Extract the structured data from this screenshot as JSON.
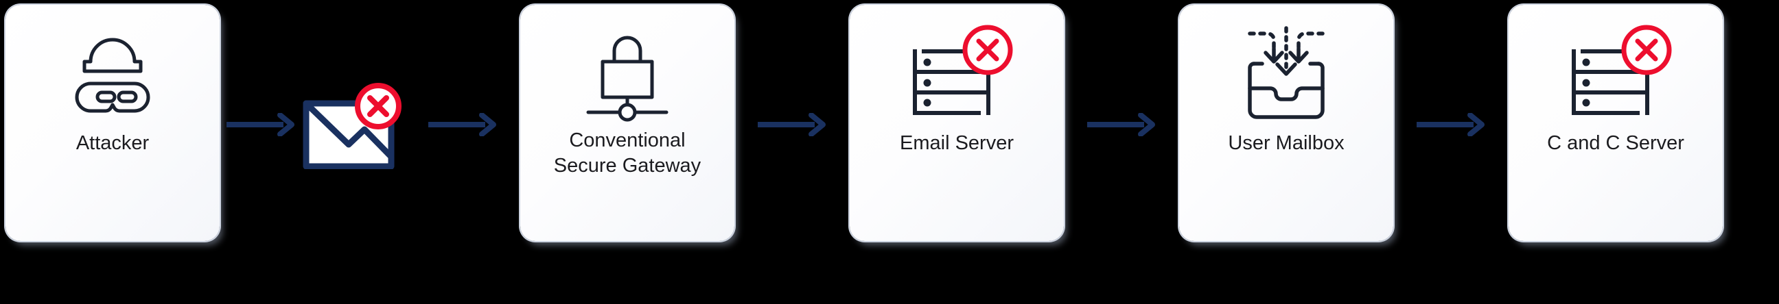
{
  "diagram": {
    "title": "Email attack chain flow",
    "orientation": "left-to-right",
    "colors": {
      "card_background": "#ffffff",
      "card_border": "#ccd3e0",
      "page_background": "#000000",
      "arrow": "#1a3160",
      "icon_stroke": "#1b2230",
      "alert_red": "#ed0e2e",
      "label_text": "#1b1b1f"
    },
    "nodes": [
      {
        "id": "attacker",
        "label": "Attacker",
        "icon": "attacker-mask-icon",
        "has_alert_badge": false,
        "type": "card"
      },
      {
        "id": "malicious-email",
        "label": "",
        "icon": "email-envelope-icon",
        "has_alert_badge": true,
        "type": "standalone-icon"
      },
      {
        "id": "conventional-secure-gateway",
        "label": "Conventional\nSecure Gateway",
        "icon": "padlock-gateway-icon",
        "has_alert_badge": false,
        "type": "card"
      },
      {
        "id": "email-server",
        "label": "Email Server",
        "icon": "server-rack-icon",
        "has_alert_badge": true,
        "type": "card"
      },
      {
        "id": "user-mailbox",
        "label": "User Mailbox",
        "icon": "inbox-tray-icon",
        "has_alert_badge": false,
        "type": "card"
      },
      {
        "id": "c-and-c-server",
        "label": "C and C Server",
        "icon": "server-rack-icon",
        "has_alert_badge": true,
        "type": "card"
      }
    ],
    "connectors": [
      {
        "id": "attacker-to-email",
        "from": "attacker",
        "to": "malicious-email",
        "icon": "arrow-right-icon"
      },
      {
        "id": "email-to-gateway",
        "from": "malicious-email",
        "to": "conventional-secure-gateway",
        "icon": "arrow-right-icon"
      },
      {
        "id": "gateway-to-server",
        "from": "conventional-secure-gateway",
        "to": "email-server",
        "icon": "arrow-right-icon"
      },
      {
        "id": "server-to-mailbox",
        "from": "email-server",
        "to": "user-mailbox",
        "icon": "arrow-right-icon"
      },
      {
        "id": "mailbox-to-cc",
        "from": "user-mailbox",
        "to": "c-and-c-server",
        "icon": "arrow-right-icon"
      }
    ]
  }
}
